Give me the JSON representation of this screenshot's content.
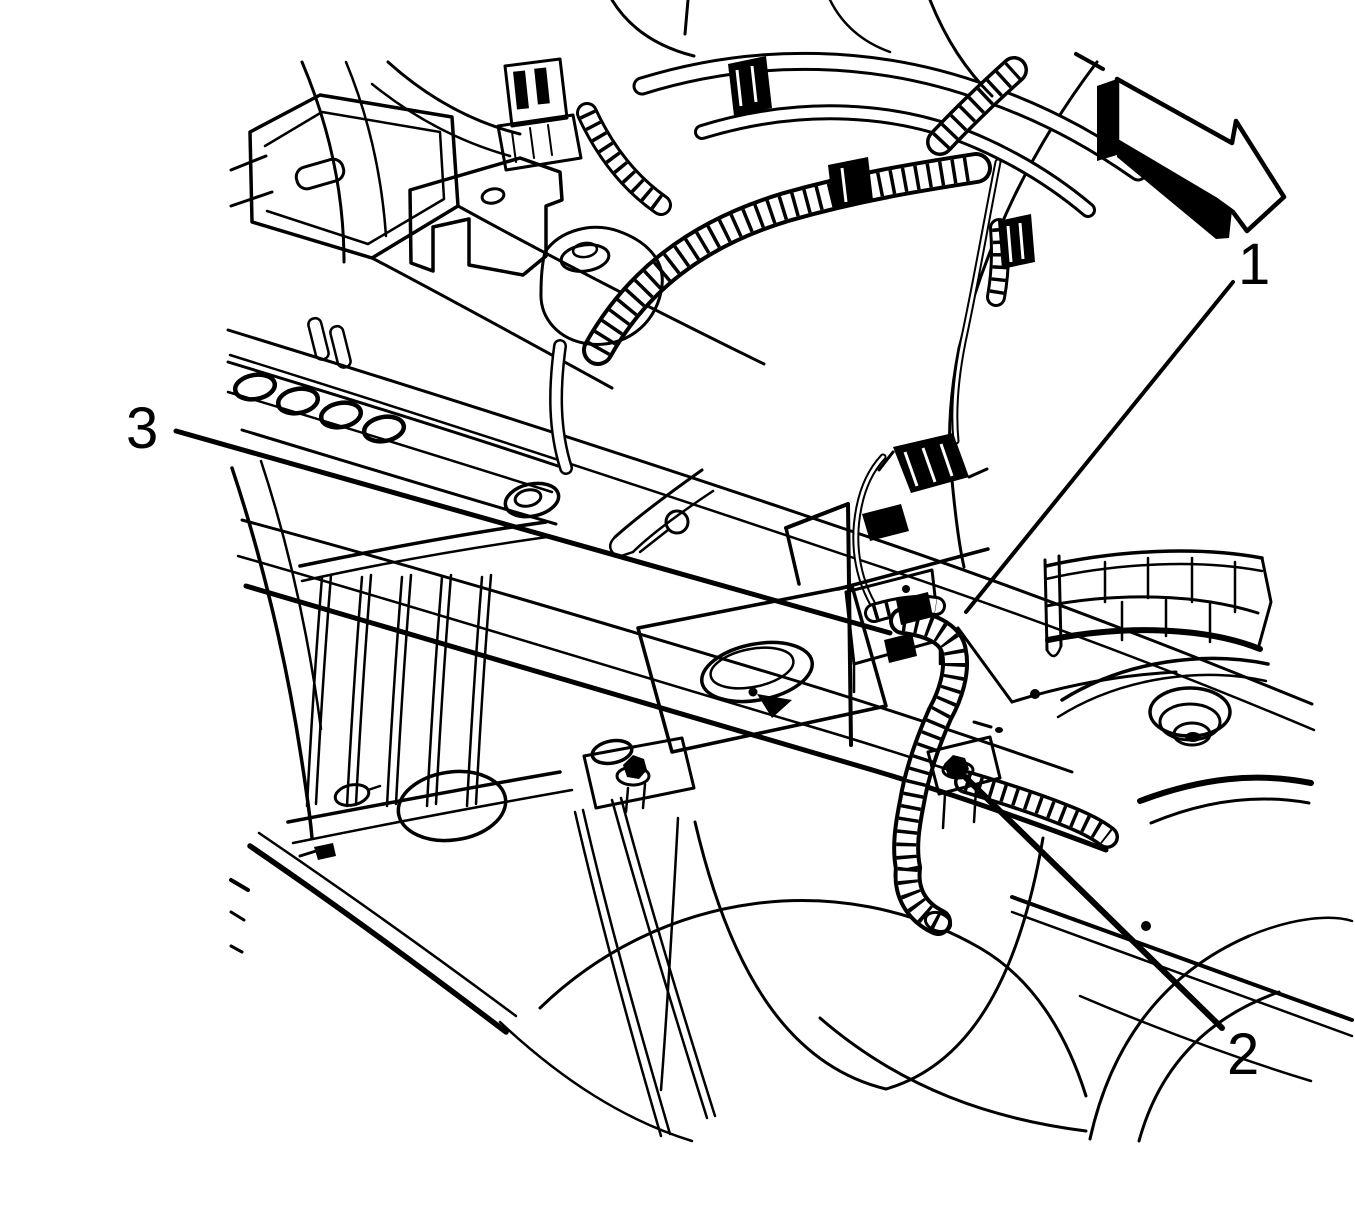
{
  "figure": {
    "kind": "service-manual-line-illustration",
    "subject": "vehicle underbody and engine compartment with wiring harness fastener callouts",
    "background_color": "#ffffff",
    "line_color": "#000000"
  },
  "callouts": [
    {
      "label": "1"
    },
    {
      "label": "2"
    },
    {
      "label": "3"
    }
  ],
  "icons": {
    "direction_arrow": "view-direction-arrow-icon"
  }
}
